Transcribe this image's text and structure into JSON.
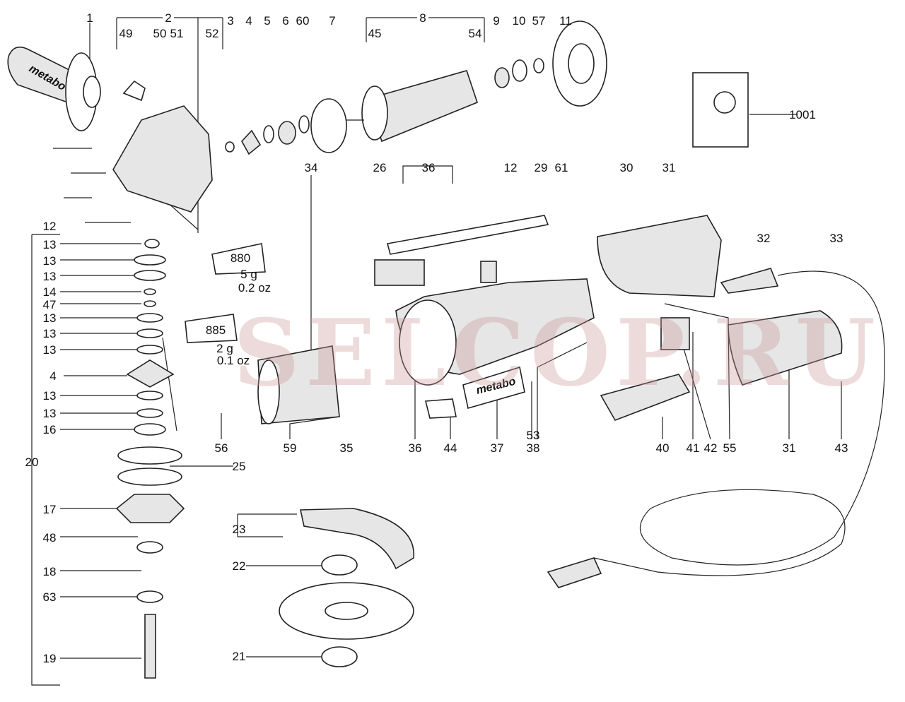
{
  "diagram": {
    "title": "Angle grinder exploded parts diagram",
    "brand_logo": "metabo",
    "watermark": "SELCOP.RU",
    "grease_tubes": [
      {
        "code": "880",
        "weight": "5 g",
        "weight_oz": "0.2 oz"
      },
      {
        "code": "885",
        "weight": "2 g",
        "weight_oz": "0.1 oz"
      }
    ],
    "callouts": [
      "1",
      "2",
      "49",
      "50",
      "51",
      "52",
      "3",
      "4",
      "5",
      "6",
      "60",
      "7",
      "8",
      "45",
      "54",
      "9",
      "10",
      "57",
      "11",
      "1001",
      "34",
      "26",
      "36",
      "12",
      "29",
      "61",
      "30",
      "31",
      "32",
      "33",
      "12",
      "13",
      "13",
      "13",
      "14",
      "47",
      "13",
      "13",
      "13",
      "4",
      "13",
      "13",
      "16",
      "20",
      "25",
      "17",
      "48",
      "18",
      "63",
      "19",
      "23",
      "22",
      "21",
      "56",
      "59",
      "35",
      "36",
      "44",
      "37",
      "53",
      "38",
      "40",
      "41",
      "42",
      "55",
      "31",
      "43"
    ]
  }
}
